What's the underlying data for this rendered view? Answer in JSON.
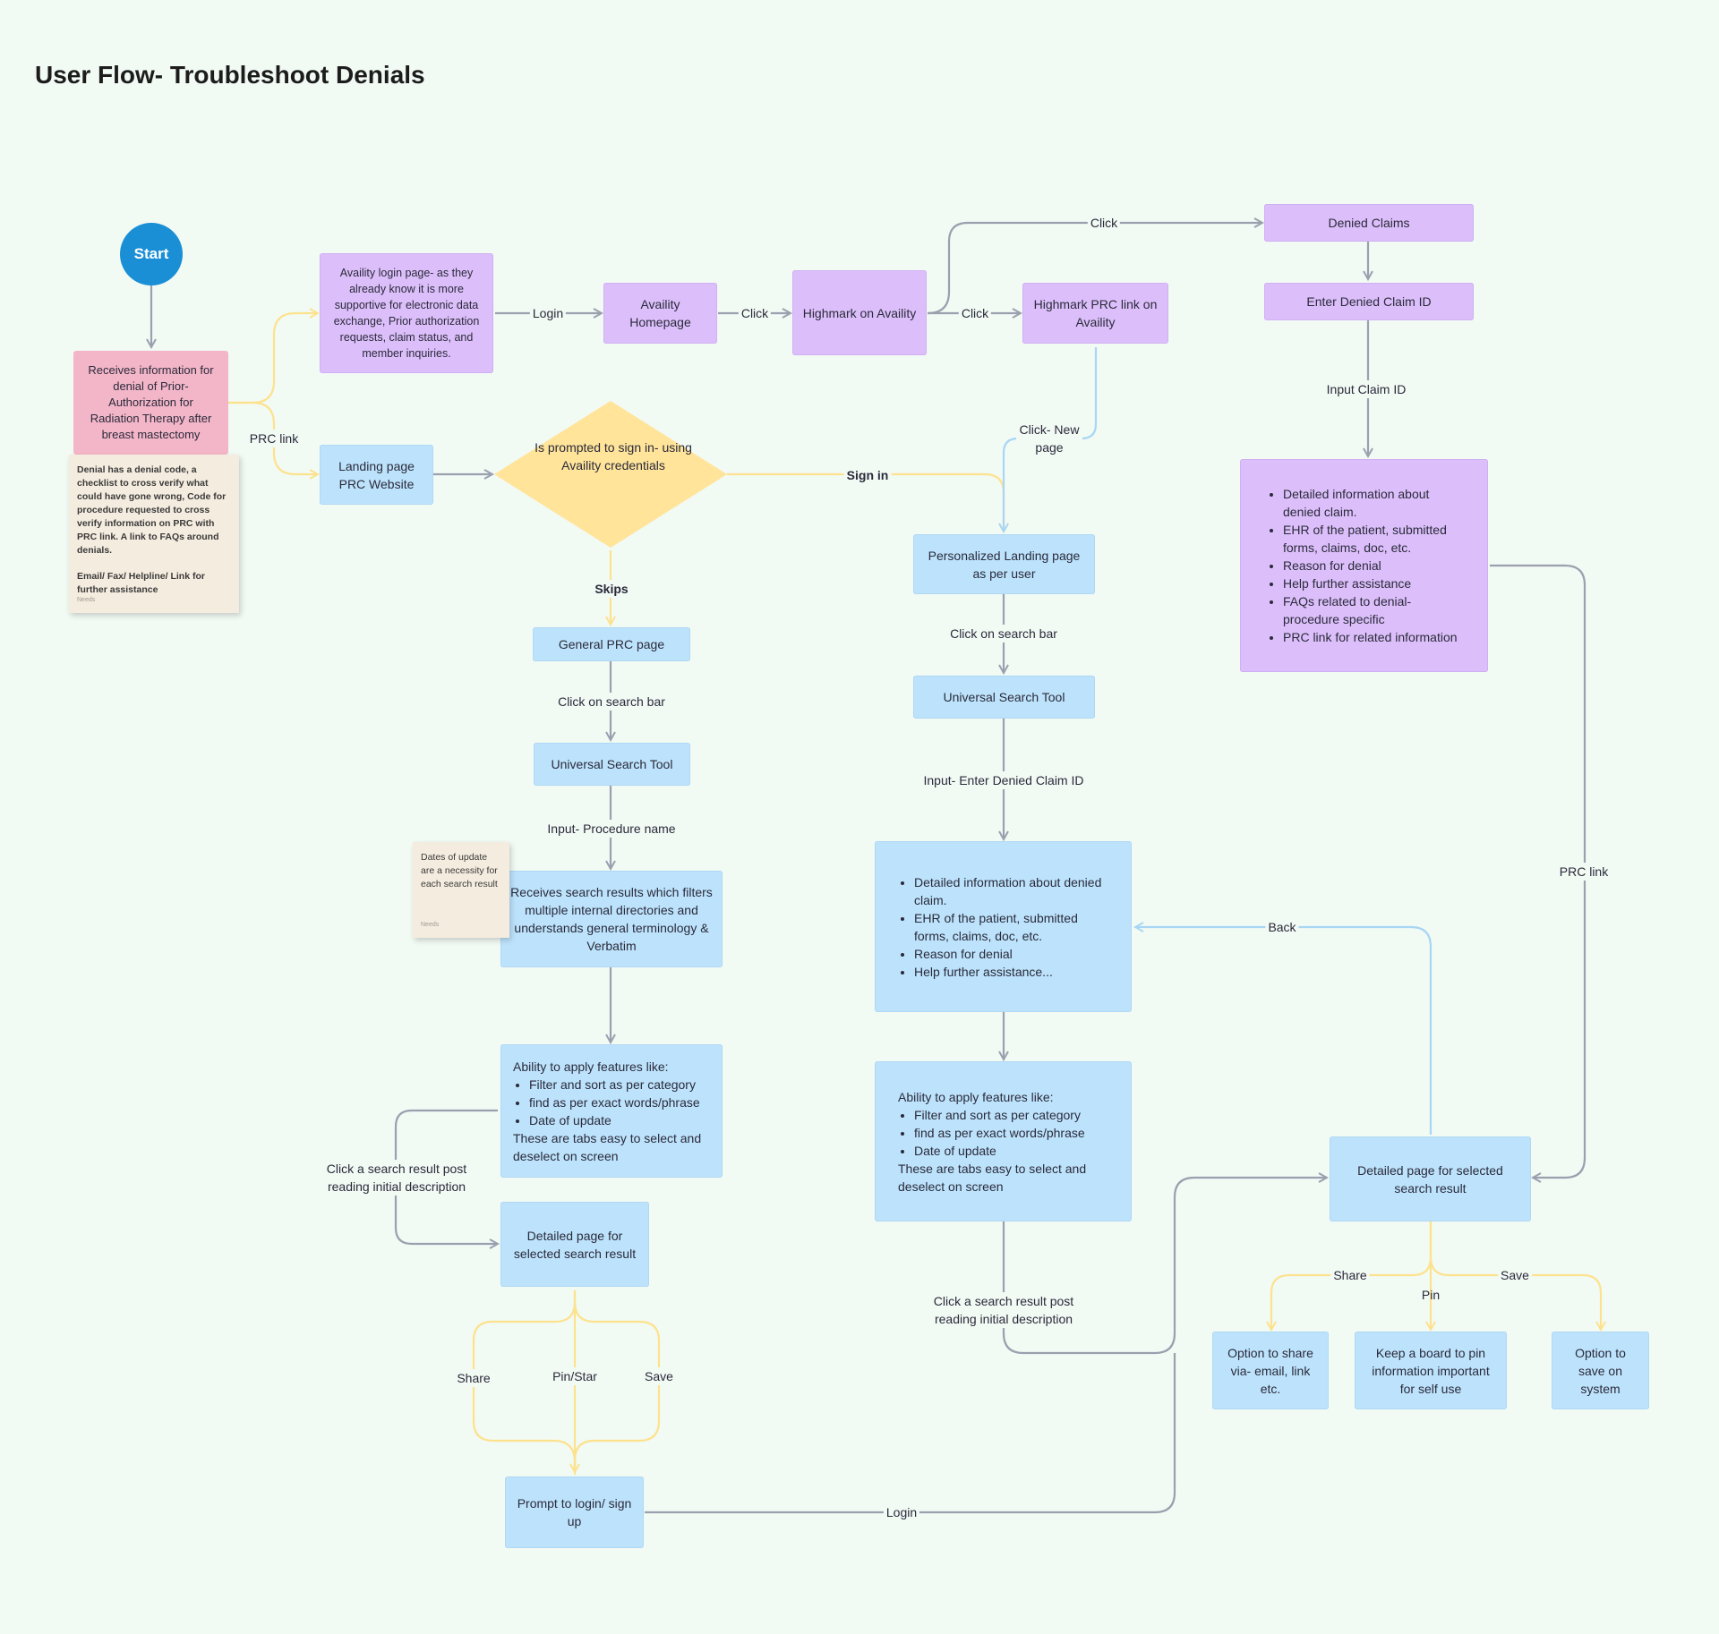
{
  "title": "User Flow- Troubleshoot Denials",
  "colors": {
    "background": "#f2faf4",
    "blue_node": "#bde3fc",
    "purple_node": "#dcbffa",
    "pink_node": "#f3b6c8",
    "decision": "#ffe49a",
    "start": "#1a8fd6",
    "sticky": "#f4ecdf",
    "arrow_gray": "#9aa0ae",
    "arrow_yellow": "#fde28e",
    "arrow_blue": "#a8d6f5"
  },
  "start": "Start",
  "receives_info": "Receives information for denial of Prior-Authorization for Radiation Therapy after breast mastectomy",
  "sticky_denial": {
    "line1": "Denial has a denial code, a checklist to cross verify what could have gone wrong, Code for procedure requested to cross verify information on PRC with PRC link. A link to FAQs around denials.",
    "line2": "Email/ Fax/ Helpline/ Link for further assistance",
    "tag": "Needs"
  },
  "sticky_dates": {
    "text": "Dates of update are a necessity for each search result",
    "tag": "Needs"
  },
  "availity_login": "Availity login page- as they already know it is more supportive for electronic data exchange, Prior authorization requests, claim status, and member inquiries.",
  "availity_home": "Availity Homepage",
  "highmark_on_availity": "Highmark on Availity",
  "highmark_prc_link": "Highmark PRC link on Availity",
  "denied_claims": "Denied Claims",
  "enter_denied_claim_id": "Enter Denied Claim ID",
  "landing_page": "Landing page PRC Website",
  "decision": "Is prompted to sign in- using Availity credentials",
  "personalized_landing": "Personalized Landing page as per user",
  "general_prc": "General PRC page",
  "universal_search_left": "Universal Search Tool",
  "universal_search_mid": "Universal Search Tool",
  "search_results": "Receives search results which filters multiple internal directories and understands general terminology & Verbatim",
  "features_left": {
    "intro": "Ability to apply features like:",
    "items": [
      "Filter and sort as per category",
      "find as per exact words/phrase",
      "Date of update"
    ],
    "outro": "These are tabs easy to select and deselect on screen"
  },
  "features_mid": {
    "intro": "Ability to apply features like:",
    "items": [
      "Filter and sort as per category",
      "find as per exact words/phrase",
      "Date of update"
    ],
    "outro": "These are tabs easy to select and deselect on screen"
  },
  "detail_left": "Detailed page for selected search result",
  "prompt_login": "Prompt to login/ sign up",
  "claim_detail_mid": {
    "items": [
      "Detailed information about denied claim.",
      "EHR of the patient, submitted forms, claims, doc, etc.",
      "Reason for denial",
      "Help further assistance..."
    ]
  },
  "claim_detail_right": {
    "items": [
      "Detailed information about denied claim.",
      "EHR of the patient, submitted forms, claims, doc, etc.",
      "Reason for denial",
      "Help further assistance",
      "FAQs related to denial-procedure specific",
      "PRC link for related information"
    ]
  },
  "detail_right": "Detailed page for selected search result",
  "option_share": "Option to share via- email, link etc.",
  "option_pin": "Keep a board to pin information important for self use",
  "option_save": "Option to save on system",
  "labels": {
    "login": "Login",
    "click1": "Click",
    "click2": "Click",
    "click3": "Click",
    "prc_link_left": "PRC link",
    "sign_in": "Sign in",
    "click_new_page": "Click- New page",
    "input_claim_id": "Input Claim ID",
    "skips": "Skips",
    "click_search_bar_left": "Click on search bar",
    "click_search_bar_mid": "Click on search bar",
    "input_procedure": "Input- Procedure name",
    "input_denied_claim_prefix": "Input-",
    "input_denied_claim": "Enter Denied Claim ID",
    "click_result_left": "Click a search result post reading initial description",
    "click_result_mid": "Click a search result post reading initial description",
    "share_left": "Share",
    "pin_star": "Pin/Star",
    "save_left": "Save",
    "back": "Back",
    "prc_link_right": "PRC link",
    "share_right": "Share",
    "pin_right": "Pin",
    "save_right": "Save",
    "login_bottom": "Login"
  }
}
